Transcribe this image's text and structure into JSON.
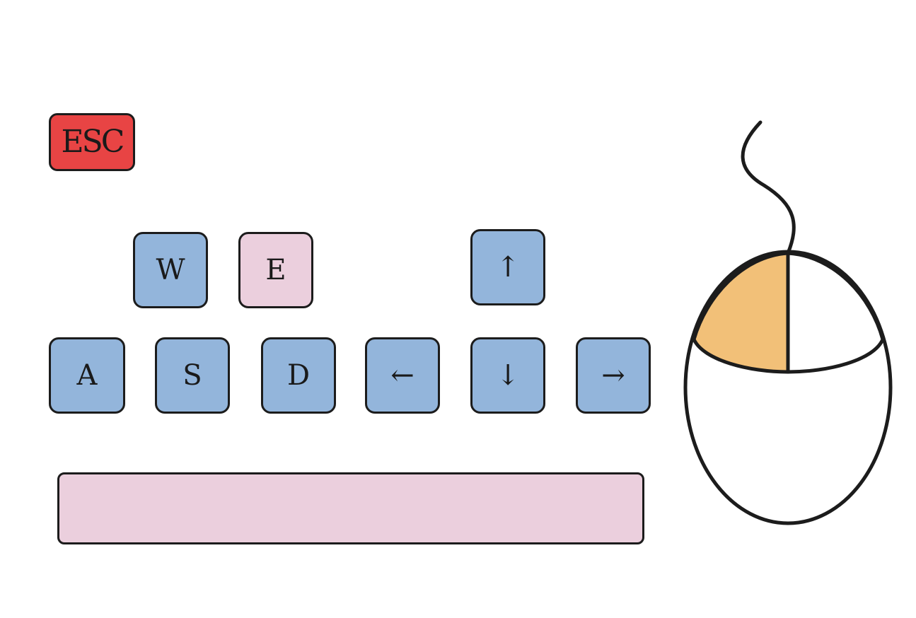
{
  "keys": {
    "esc": {
      "label": "ESC",
      "color": "#e84444"
    },
    "w": {
      "label": "W",
      "color": "#93b5db"
    },
    "e": {
      "label": "E",
      "color": "#ebcfdd"
    },
    "a": {
      "label": "A",
      "color": "#93b5db"
    },
    "s": {
      "label": "S",
      "color": "#93b5db"
    },
    "d": {
      "label": "D",
      "color": "#93b5db"
    },
    "arrow_up": {
      "label": "↑",
      "color": "#93b5db"
    },
    "arrow_left": {
      "label": "←",
      "color": "#93b5db"
    },
    "arrow_down": {
      "label": "↓",
      "color": "#93b5db"
    },
    "arrow_right": {
      "label": "→",
      "color": "#93b5db"
    },
    "space": {
      "label": "",
      "color": "#ebcfdd"
    }
  },
  "mouse": {
    "icon": "mouse-icon",
    "left_button_color": "#f2c078",
    "right_button_color": "#ffffff",
    "outline_color": "#1c1c1c"
  }
}
